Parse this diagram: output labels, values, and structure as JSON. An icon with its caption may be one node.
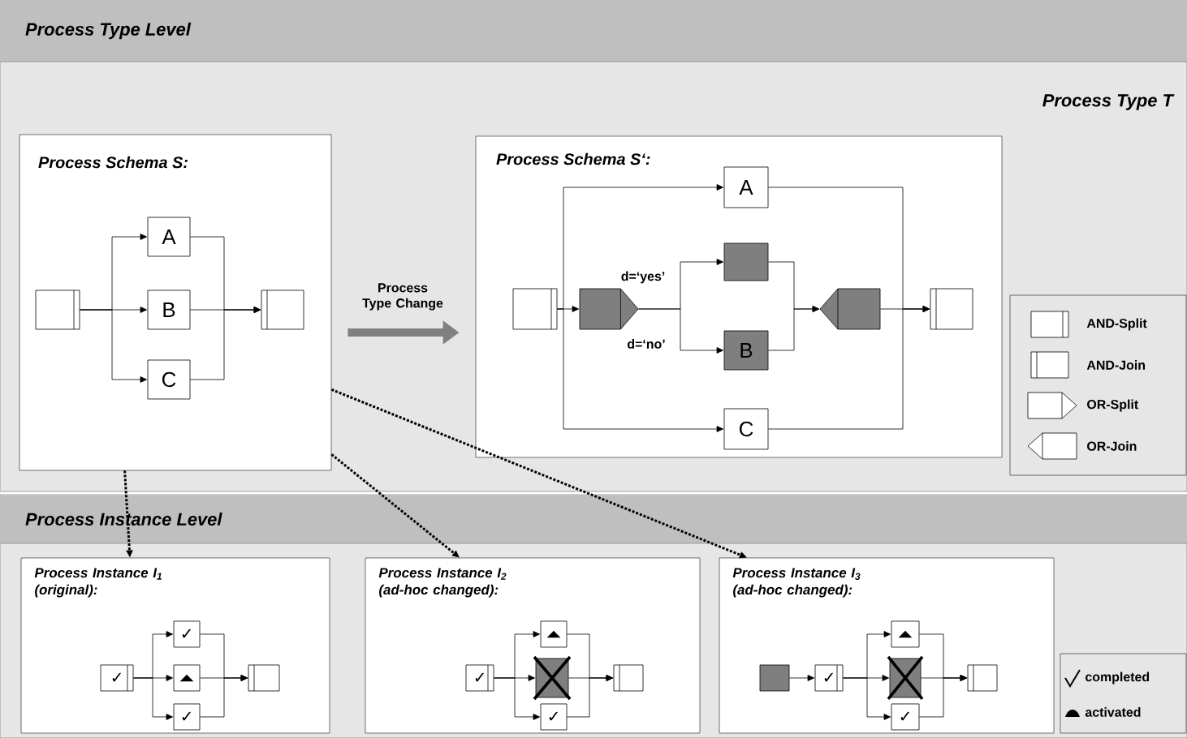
{
  "diagram": {
    "nodes": [
      {
        "text": [
          "Process Type Level",
          "Process Type T"
        ]
      },
      {
        "text": [
          "Process Schema S:"
        ],
        "in": 0
      },
      {
        "text": [],
        "shape": "box",
        "in": 1
      },
      {
        "text": [
          "A"
        ],
        "in": 1
      },
      {
        "text": [
          "B"
        ],
        "in": 1
      },
      {
        "text": [
          "C"
        ],
        "in": 1
      },
      {
        "text": [],
        "shape": "box",
        "in": 1
      },
      {
        "text": [
          "Process Schema S‘:"
        ],
        "in": 0
      },
      {
        "text": [],
        "shape": "box",
        "in": 7
      },
      {
        "text": [],
        "shape": "pentagon",
        "in": 7
      },
      {
        "text": [
          "A"
        ],
        "in": 7
      },
      {
        "text": [],
        "shape": "box",
        "in": 7
      },
      {
        "text": [
          "B"
        ],
        "in": 7
      },
      {
        "text": [
          "C"
        ],
        "in": 7
      },
      {
        "text": [],
        "shape": "pentagon",
        "in": 7
      },
      {
        "text": [],
        "shape": "box",
        "in": 7
      },
      {
        "text": [
          "Process Instance Level"
        ]
      },
      {
        "text": [
          "Process Instance I$_{1}$ (original):"
        ],
        "in": 16
      },
      {
        "text": [
          "✓"
        ],
        "in": 17
      },
      {
        "text": [
          "✓"
        ],
        "in": 17
      },
      {
        "text": [
          "▲"
        ],
        "in": 17
      },
      {
        "text": [
          "✓"
        ],
        "in": 17
      },
      {
        "text": [],
        "shape": "box",
        "in": 17
      },
      {
        "text": [
          "Process Instance I$_{2}$ (ad-hoc changed):"
        ],
        "in": 16
      },
      {
        "text": [
          "✓"
        ],
        "in": 23
      },
      {
        "text": [
          "▲"
        ],
        "in": 23
      },
      {
        "text": [],
        "shape": "box",
        "in": 23
      },
      {
        "text": [
          "✓"
        ],
        "in": 23
      },
      {
        "text": [],
        "shape": "box",
        "in": 23
      },
      {
        "text": [
          "Process Instance I$_{3}$ (ad-hoc changed):"
        ],
        "in": 16
      },
      {
        "text": [],
        "shape": "box",
        "in": 29
      },
      {
        "text": [
          "✓"
        ],
        "in": 29
      },
      {
        "text": [
          "▲"
        ],
        "in": 29
      },
      {
        "text": [],
        "shape": "box",
        "in": 29
      },
      {
        "text": [
          "✓"
        ],
        "in": 29
      },
      {
        "text": [],
        "shape": "box",
        "in": 29
      }
    ],
    "edges": [
      {
        "from": 2,
        "to": 3,
        "arrow": "to"
      },
      {
        "from": 2,
        "to": 4,
        "arrow": "to"
      },
      {
        "from": 2,
        "to": 5,
        "arrow": "to"
      },
      {
        "from": 3,
        "to": 6,
        "arrow": "to"
      },
      {
        "from": 4,
        "to": 6,
        "arrow": "to"
      },
      {
        "from": 5,
        "to": 6,
        "arrow": "to"
      },
      {
        "from": 1,
        "to": 7,
        "arrow": "to",
        "label": "Process Type Change",
        "style": "thick",
        "color": "#808080"
      },
      {
        "from": 8,
        "to": 9,
        "arrow": "to"
      },
      {
        "from": 8,
        "to": 10,
        "arrow": "to"
      },
      {
        "from": 8,
        "to": 13,
        "arrow": "to"
      },
      {
        "from": 9,
        "to": 11,
        "arrow": "to",
        "label": "d=‘yes’"
      },
      {
        "from": 9,
        "to": 12,
        "arrow": "to",
        "label": "d=‘no’"
      },
      {
        "from": 11,
        "to": 14,
        "arrow": "to"
      },
      {
        "from": 12,
        "to": 14,
        "arrow": "to"
      },
      {
        "from": 14,
        "to": 15,
        "arrow": "to"
      },
      {
        "from": 10,
        "to": 15,
        "arrow": "to"
      },
      {
        "from": 13,
        "to": 15,
        "arrow": "to"
      },
      {
        "from": 1,
        "to": 17,
        "arrow": "to",
        "style": "dashed"
      },
      {
        "from": 1,
        "to": 23,
        "arrow": "to",
        "style": "dashed"
      },
      {
        "from": 1,
        "to": 29,
        "arrow": "to",
        "style": "dashed"
      },
      {
        "from": 18,
        "to": 19,
        "arrow": "to"
      },
      {
        "from": 18,
        "to": 20,
        "arrow": "to"
      },
      {
        "from": 18,
        "to": 21,
        "arrow": "to"
      },
      {
        "from": 19,
        "to": 22,
        "arrow": "to"
      },
      {
        "from": 20,
        "to": 22,
        "arrow": "to"
      },
      {
        "from": 21,
        "to": 22,
        "arrow": "to"
      },
      {
        "from": 24,
        "to": 25,
        "arrow": "to"
      },
      {
        "from": 24,
        "to": 26,
        "arrow": "to"
      },
      {
        "from": 24,
        "to": 27,
        "arrow": "to"
      },
      {
        "from": 25,
        "to": 28,
        "arrow": "to"
      },
      {
        "from": 26,
        "to": 28,
        "arrow": "to"
      },
      {
        "from": 27,
        "to": 28,
        "arrow": "to"
      },
      {
        "from": 30,
        "to": 31,
        "arrow": "to"
      },
      {
        "from": 31,
        "to": 32,
        "arrow": "to"
      },
      {
        "from": 31,
        "to": 33,
        "arrow": "to"
      },
      {
        "from": 31,
        "to": 34,
        "arrow": "to"
      },
      {
        "from": 32,
        "to": 35,
        "arrow": "to"
      },
      {
        "from": 33,
        "to": 35,
        "arrow": "to"
      },
      {
        "from": 34,
        "to": 35,
        "arrow": "to"
      }
    ],
    "legend": [
      {
        "text": "AND-Split"
      },
      {
        "text": "AND-Join"
      },
      {
        "text": "OR-Split"
      },
      {
        "text": "OR-Join"
      },
      {
        "text": "completed"
      },
      {
        "text": "activated"
      }
    ]
  }
}
